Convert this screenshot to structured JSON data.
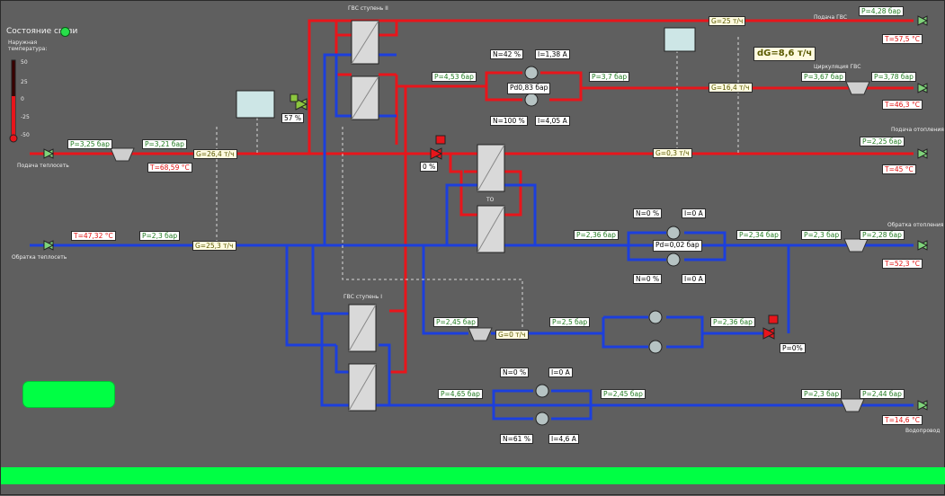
{
  "status": {
    "title": "Состояние связи"
  },
  "outdoor": {
    "caption": "Наружная температура:",
    "scale": [
      "50",
      "25",
      "0",
      "-25",
      "-50"
    ]
  },
  "captions": {
    "supply_heatnet": "Подача теплосеть",
    "return_heatnet": "Обратка теплосеть",
    "gvs2": "ГВС ступень II",
    "gvs1": "ГВС ступень I",
    "to": "ТО",
    "gvs_supply": "Подача ГВС",
    "gvs_circ": "Циркуляция ГВС",
    "heat_supply": "Подача отопления",
    "heat_return": "Обратка отопления",
    "water": "Водопровод"
  },
  "labels": {
    "p_in_supply": "P=3,25 бар",
    "p_supply2": "P=3,21 бар",
    "t_supply": "T=68,59 °C",
    "g_supply": "G=26,4 т/ч",
    "valve_gvs_pct": "57 %",
    "valve_heat_pct": "0 %",
    "t_return": "T=47,32 °C",
    "p_return": "P=2,3 бар",
    "g_return": "G=25,3 т/ч",
    "p_gvs_pump_in": "P=4,53 бар",
    "n_gvs_pump1": "N=42 %",
    "i_gvs_pump1": "I=1,38 A",
    "pd_gvs": "Pd0,83 бар",
    "n_gvs_pump2": "N=100 %",
    "i_gvs_pump2": "I=4,05 A",
    "p_gvs_pump_out": "P=3,7 бар",
    "g_gvs_top": "G=25 т/ч",
    "p_gvs_out": "P=4,28 бар",
    "t_gvs_out": "T=57,5 °C",
    "dg": "dG=8,6 т/ч",
    "g_circ": "G=16,4 т/ч",
    "p_circ1": "P=3,67 бар",
    "p_circ2": "P=3,78 бар",
    "t_circ": "T=46,3 °C",
    "g_heat": "G=0,3 т/ч",
    "p_heat_supply": "P=2,25 бар",
    "t_heat_supply": "T=45 °C",
    "n_heat_pump1": "N=0 %",
    "i_heat_pump1": "I=0 A",
    "p_heat_pump_in": "P=2,36 бар",
    "pd_heat": "Pd=0,02 бар",
    "p_heat_pump_out": "P=2,34 бар",
    "n_heat_pump2": "N=0 %",
    "i_heat_pump2": "I=0 A",
    "p_heat_ret1": "P=2,3 бар",
    "p_heat_ret2": "P=2,28 бар",
    "t_heat_ret": "T=52,3 °C",
    "p_mkp_in": "P=2,45 бар",
    "g_mkp": "G=0 т/ч",
    "p_mkp_mid": "P=2,5 бар",
    "p_mkp_out": "P=2,36 бар",
    "p_mkp_valve": "P=0%",
    "n_cold_pump1": "N=0 %",
    "i_cold_pump1": "I=0 A",
    "p_cold_in": "P=4,65 бар",
    "p_cold_out": "P=2,45 бар",
    "n_cold_pump2": "N=61 %",
    "i_cold_pump2": "I=4,6 A",
    "p_water1": "P=2,3 бар",
    "p_water2": "P=2,44 бар",
    "t_water": "T=14,6 °C"
  },
  "colors": {
    "supply": "#e8151b",
    "return": "#1c3fdc",
    "background": "#5f5f5f",
    "ok": "#00ff44"
  }
}
